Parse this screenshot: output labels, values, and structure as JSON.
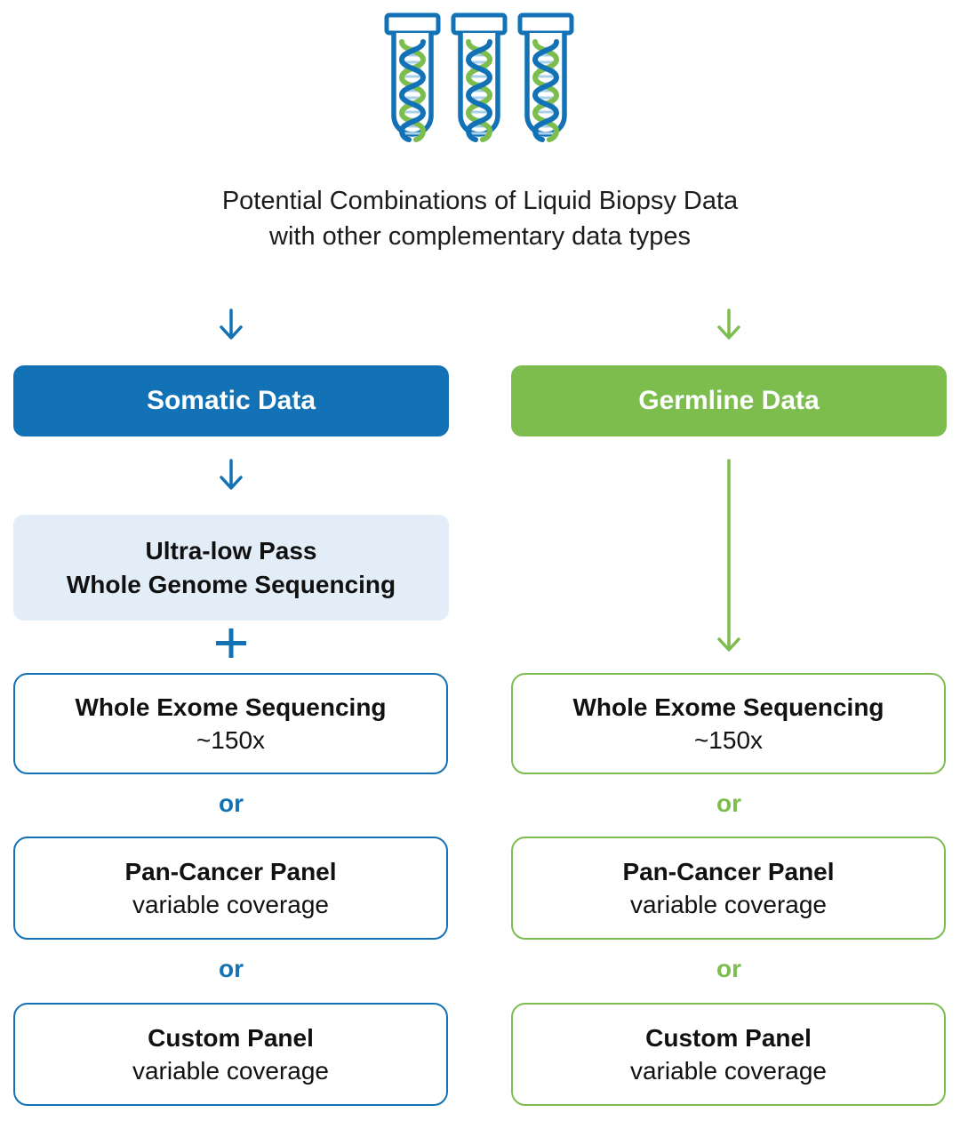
{
  "title": {
    "line1": "Potential Combinations of Liquid Biopsy Data",
    "line2": "with other complementary data types"
  },
  "labels": {
    "or": "or",
    "plus": "+"
  },
  "icons": [
    "dna-test-tube",
    "dna-test-tube",
    "dna-test-tube",
    "down-arrow",
    "plus-sign"
  ],
  "colors": {
    "somatic_blue": "#1272b5",
    "germline_green": "#7cbd4e",
    "ulp_fill": "#e3edf7",
    "helix_rung_blue": "#aacfe9",
    "text_dark": "#1c1c1e"
  },
  "somatic": {
    "header": "Somatic Data",
    "ulp": {
      "line1": "Ultra-low Pass",
      "line2": "Whole Genome Sequencing"
    },
    "options": [
      {
        "title": "Whole Exome Sequencing",
        "subtitle": "~150x"
      },
      {
        "title": "Pan-Cancer Panel",
        "subtitle": "variable coverage"
      },
      {
        "title": "Custom Panel",
        "subtitle": "variable coverage"
      }
    ]
  },
  "germline": {
    "header": "Germline Data",
    "options": [
      {
        "title": "Whole Exome Sequencing",
        "subtitle": "~150x"
      },
      {
        "title": "Pan-Cancer Panel",
        "subtitle": "variable coverage"
      },
      {
        "title": "Custom Panel",
        "subtitle": "variable coverage"
      }
    ]
  }
}
